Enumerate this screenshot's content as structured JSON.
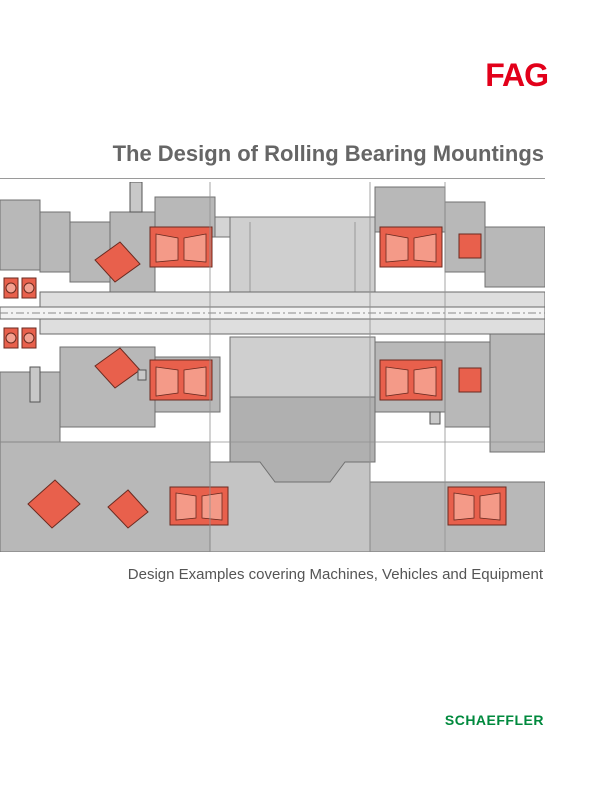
{
  "header": {
    "logo_text": "FAG"
  },
  "document": {
    "title": "The Design of Rolling Bearing Mountings",
    "subtitle": "Design Examples covering Machines, Vehicles and Equipment"
  },
  "footer": {
    "brand": "SCHAEFFLER"
  },
  "colors": {
    "logo_red": "#e2001a",
    "bearing_orange": "#e8604c",
    "housing_gray": "#b4b4b4",
    "brand_green": "#00893d"
  }
}
